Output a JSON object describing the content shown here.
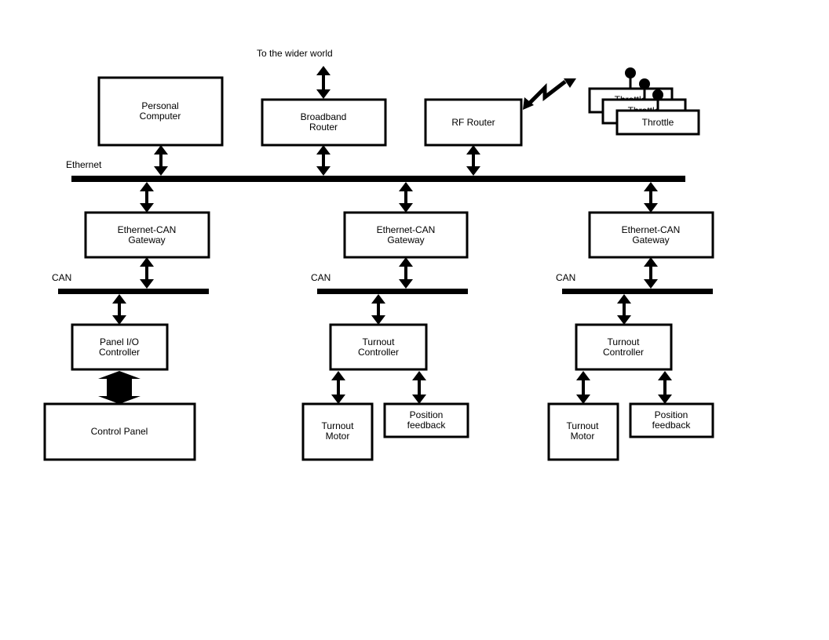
{
  "diagram": {
    "labels": {
      "world": "To the wider world",
      "ethernet": "Ethernet",
      "can_1": "CAN",
      "can_2": "CAN",
      "can_3": "CAN"
    },
    "nodes": {
      "pc": [
        "Personal",
        "Computer"
      ],
      "broadband": [
        "Broadband",
        "Router"
      ],
      "rf": [
        "RF Router"
      ],
      "throttle_1": [
        "Throttle"
      ],
      "throttle_2": [
        "Throttle"
      ],
      "throttle_3": [
        "Throttle"
      ],
      "gw_1": [
        "Ethernet-CAN",
        "Gateway"
      ],
      "gw_2": [
        "Ethernet-CAN",
        "Gateway"
      ],
      "gw_3": [
        "Ethernet-CAN",
        "Gateway"
      ],
      "panel_io": [
        "Panel I/O",
        "Controller"
      ],
      "control_panel": [
        "Control Panel"
      ],
      "turnout_ctrl_1": [
        "Turnout",
        "Controller"
      ],
      "turnout_ctrl_2": [
        "Turnout",
        "Controller"
      ],
      "motor_1": [
        "Turnout",
        "Motor"
      ],
      "motor_2": [
        "Turnout",
        "Motor"
      ],
      "feedback_1": [
        "Position",
        "feedback"
      ],
      "feedback_2": [
        "Position",
        "feedback"
      ]
    }
  }
}
